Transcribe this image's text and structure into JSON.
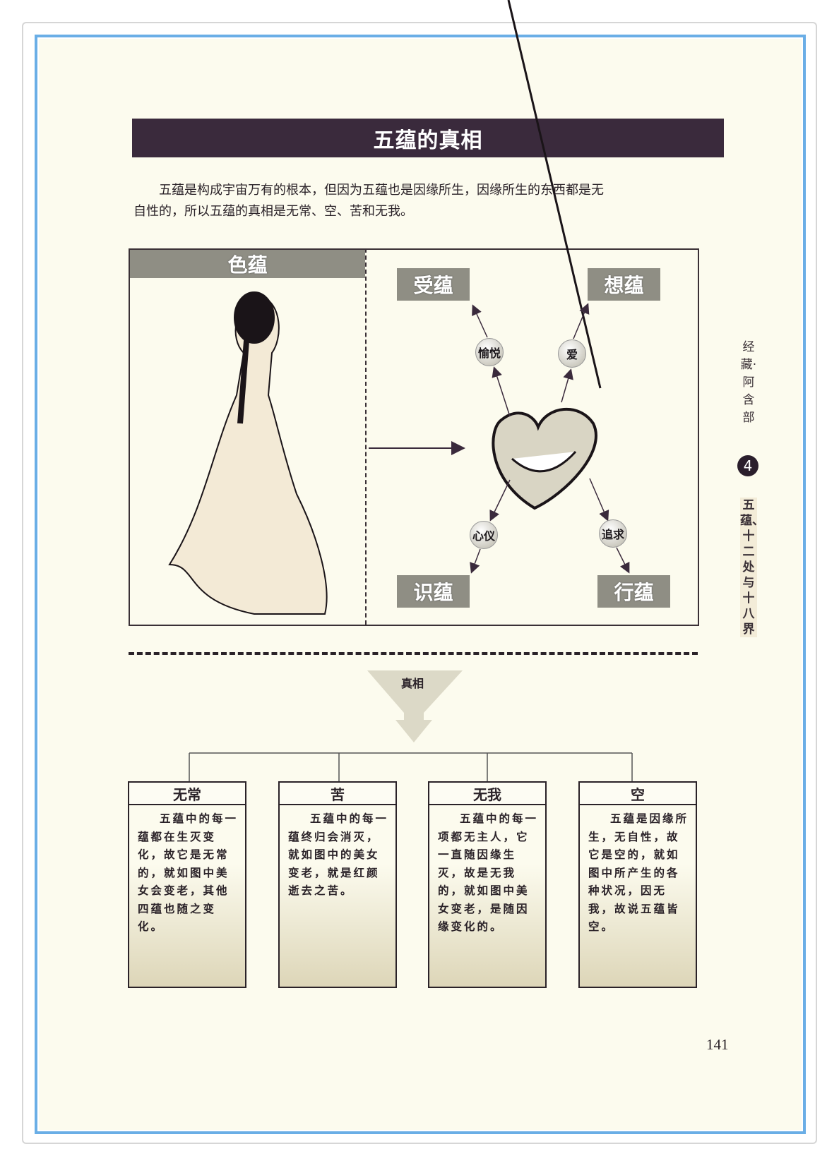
{
  "title": "五蕴的真相",
  "intro": [
    "五蕴是构成宇宙万有的根本，但因为五蕴也是因缘所生，因缘所生的东西都是无",
    "自性的，所以五蕴的真相是无常、空、苦和无我。"
  ],
  "diagram": {
    "rupa": "色蕴",
    "vedana": "受蕴",
    "samjna": "想蕴",
    "vijnana": "识蕴",
    "samskara": "行蕴",
    "bubbles": {
      "joy": "愉悦",
      "love": "爱",
      "fond": "心仪",
      "pursue": "追求"
    }
  },
  "truth_label": "真相",
  "boxes": [
    {
      "title": "无常",
      "text": "五蕴中的每一蕴都在生灭变化，故它是无常的，就如图中美女会变老，其他四蕴也随之变化。"
    },
    {
      "title": "苦",
      "text": "五蕴中的每一蕴终归会消灭，就如图中的美女变老，就是红颜逝去之苦。"
    },
    {
      "title": "无我",
      "text": "五蕴中的每一项都无主人，它一直随因缘生灭，故是无我的，就如图中美女变老，是随因缘变化的。"
    },
    {
      "title": "空",
      "text": "五蕴是因缘所生，无自性，故它是空的，就如图中所产生的各种状况，因无我，故说五蕴皆空。"
    }
  ],
  "side": {
    "series": "经藏·阿含部",
    "chapter_num": "4",
    "chapter": "五蕴、十二处与十八界"
  },
  "page_number": "141"
}
